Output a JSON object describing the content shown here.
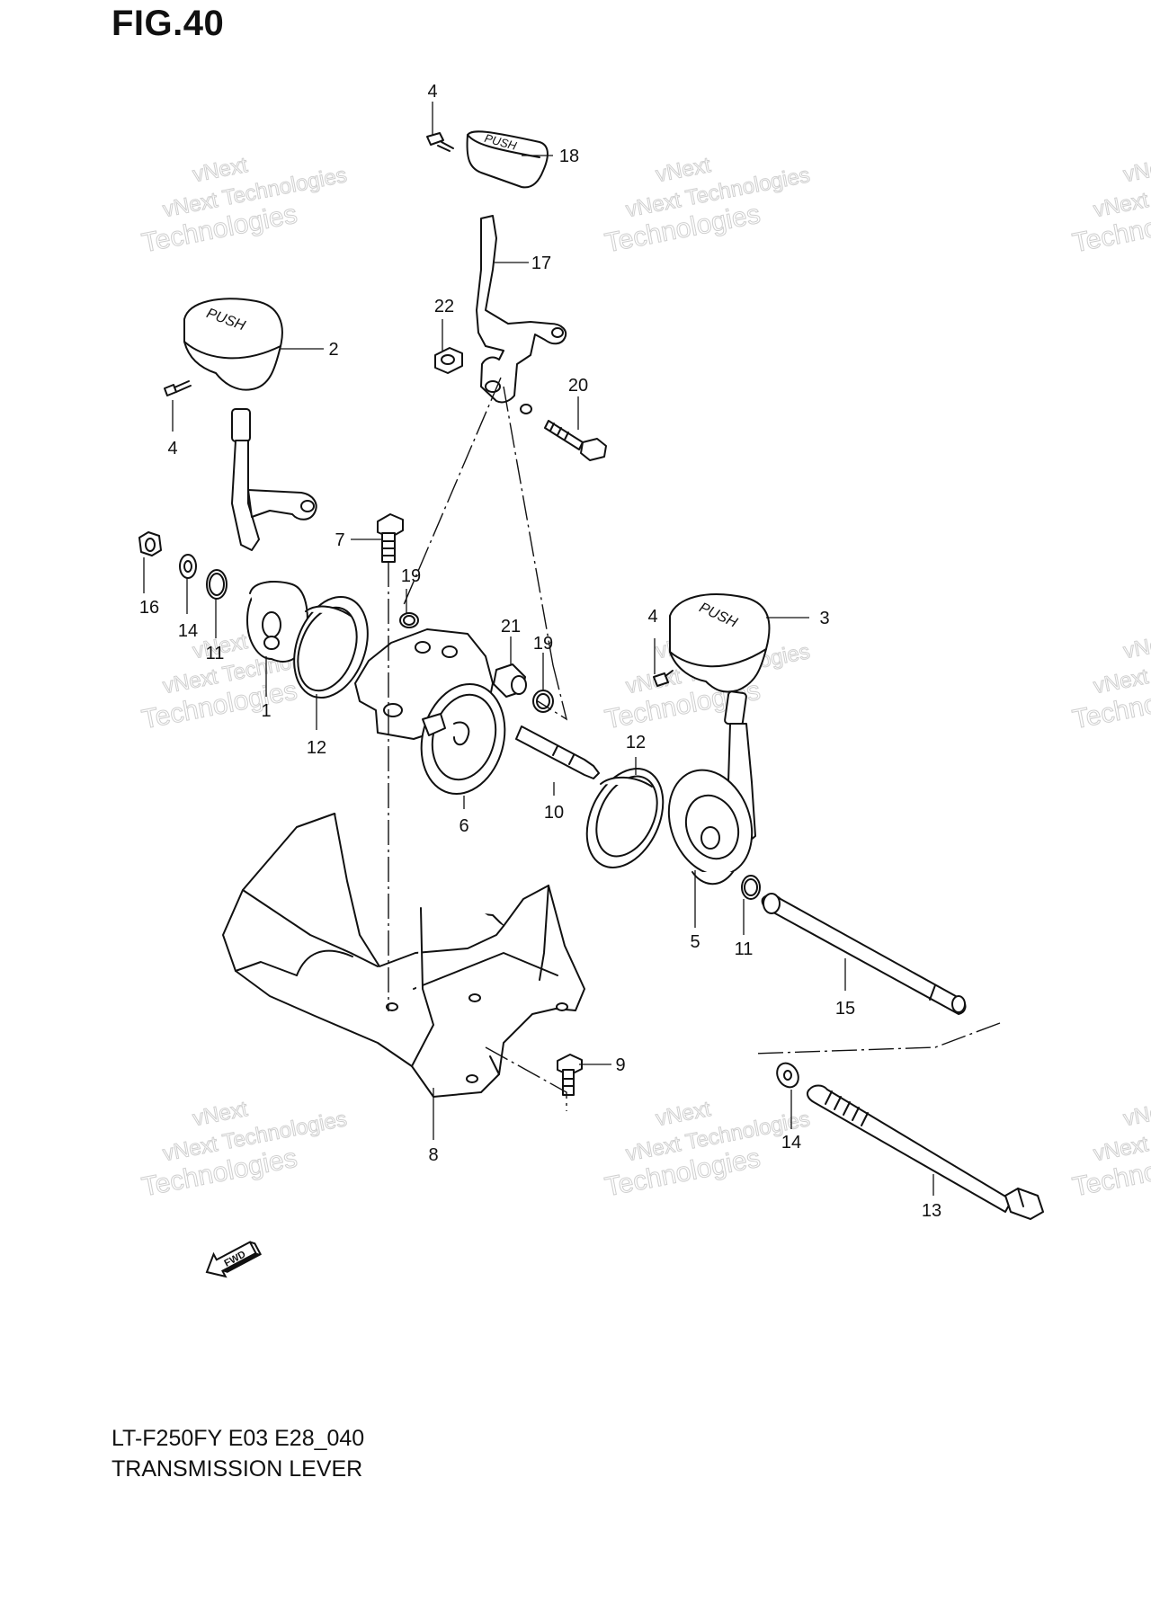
{
  "figure": {
    "title": "FIG.40",
    "model_code": "LT-F250FY E03 E28_040",
    "name": "TRANSMISSION LEVER"
  },
  "watermark": {
    "line1": "vNext Technologies",
    "line2": "Technologies",
    "line3": "vNext"
  },
  "fwd_label": "FWD",
  "knob_label": "PUSH",
  "callouts": [
    {
      "id": "c4a",
      "num": "4"
    },
    {
      "id": "c18",
      "num": "18"
    },
    {
      "id": "c17",
      "num": "17"
    },
    {
      "id": "c22",
      "num": "22"
    },
    {
      "id": "c20",
      "num": "20"
    },
    {
      "id": "c2",
      "num": "2"
    },
    {
      "id": "c4b",
      "num": "4"
    },
    {
      "id": "c7",
      "num": "7"
    },
    {
      "id": "c19a",
      "num": "19"
    },
    {
      "id": "c16",
      "num": "16"
    },
    {
      "id": "c14a",
      "num": "14"
    },
    {
      "id": "c11a",
      "num": "11"
    },
    {
      "id": "c1",
      "num": "1"
    },
    {
      "id": "c12a",
      "num": "12"
    },
    {
      "id": "c21",
      "num": "21"
    },
    {
      "id": "c19b",
      "num": "19"
    },
    {
      "id": "c6",
      "num": "6"
    },
    {
      "id": "c10",
      "num": "10"
    },
    {
      "id": "c12b",
      "num": "12"
    },
    {
      "id": "c4c",
      "num": "4"
    },
    {
      "id": "c3",
      "num": "3"
    },
    {
      "id": "c5",
      "num": "5"
    },
    {
      "id": "c11b",
      "num": "11"
    },
    {
      "id": "c15",
      "num": "15"
    },
    {
      "id": "c9",
      "num": "9"
    },
    {
      "id": "c8",
      "num": "8"
    },
    {
      "id": "c14b",
      "num": "14"
    },
    {
      "id": "c13",
      "num": "13"
    }
  ]
}
